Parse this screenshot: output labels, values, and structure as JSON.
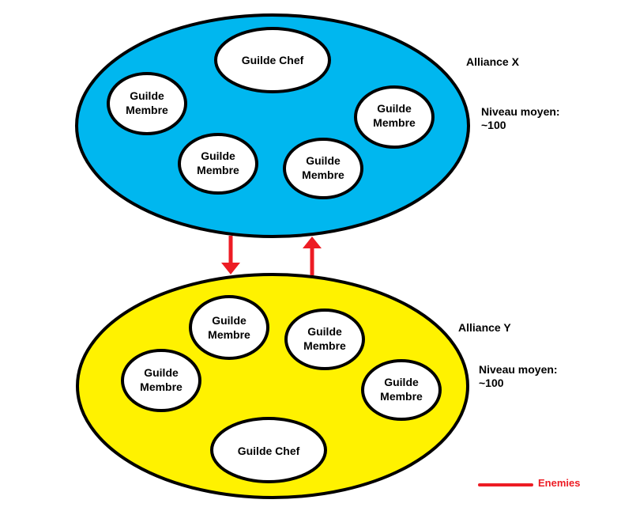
{
  "colors": {
    "alliance_x_fill": "#00b7ef",
    "alliance_y_fill": "#fff200",
    "guild_fill": "#ffffff",
    "outline": "#000000",
    "enemy_arrow": "#ed1c24"
  },
  "alliance_x": {
    "name": "Alliance X",
    "level_label": "Niveau moyen:",
    "level_value": "~100",
    "chef": "Guilde Chef",
    "members": [
      {
        "line1": "Guilde",
        "line2": "Membre"
      },
      {
        "line1": "Guilde",
        "line2": "Membre"
      },
      {
        "line1": "Guilde",
        "line2": "Membre"
      },
      {
        "line1": "Guilde",
        "line2": "Membre"
      }
    ]
  },
  "alliance_y": {
    "name": "Alliance Y",
    "level_label": "Niveau moyen:",
    "level_value": "~100",
    "chef": "Guilde Chef",
    "members": [
      {
        "line1": "Guilde",
        "line2": "Membre"
      },
      {
        "line1": "Guilde",
        "line2": "Membre"
      },
      {
        "line1": "Guilde",
        "line2": "Membre"
      },
      {
        "line1": "Guilde",
        "line2": "Membre"
      }
    ]
  },
  "legend": {
    "label": "Enemies",
    "icon": "red-line"
  }
}
